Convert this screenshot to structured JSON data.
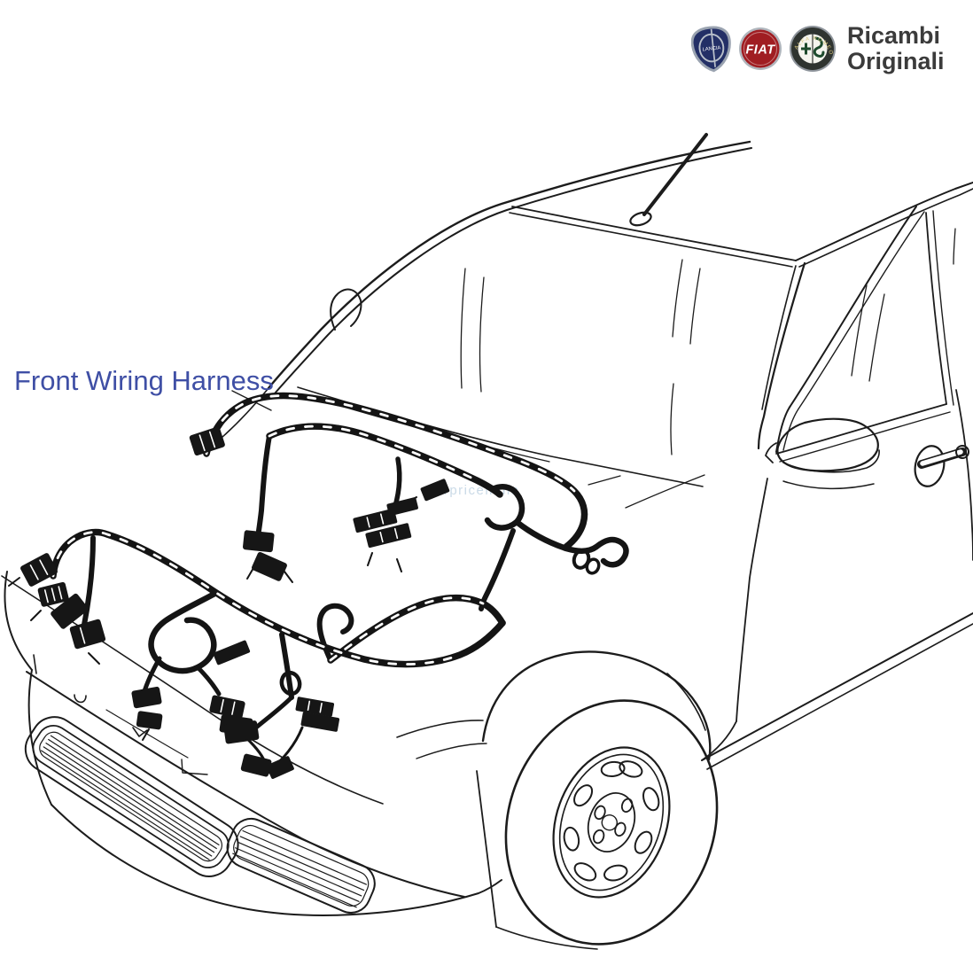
{
  "page": {
    "background": "#ffffff",
    "line_color": "#1c1c1c"
  },
  "diagram": {
    "label": "Front Wiring Harness",
    "label_color": "#3f4fa5",
    "watermark": "carpriceindia",
    "subject": "fiat-front-wiring-harness-line-drawing",
    "elements": [
      "car-front-three-quarter-outline",
      "front-wiring-harness",
      "front-bumper-grille",
      "front-wheel",
      "windshield",
      "side-window",
      "door-mirror",
      "door-handle",
      "roof-antenna"
    ]
  },
  "brand": {
    "title_line1": "Ricambi",
    "title_line2": "Originali",
    "title_color": "#3b3b3b",
    "logos": [
      {
        "name": "lancia-logo",
        "text": "LANCIA",
        "color": "#232f66"
      },
      {
        "name": "fiat-logo",
        "text": "FIAT",
        "color": "#a01d22"
      },
      {
        "name": "alfa-romeo-logo",
        "text": "ALFA ROMEO",
        "color": "#1d4a2d"
      }
    ]
  }
}
